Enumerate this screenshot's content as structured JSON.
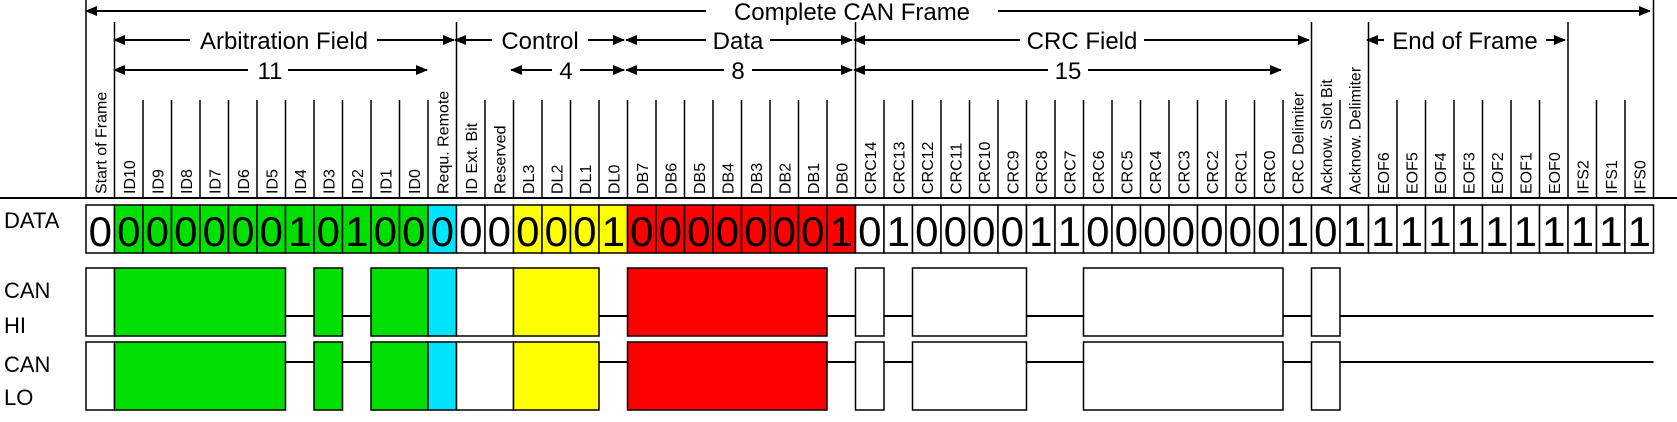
{
  "header": {
    "frame_label": "Complete CAN Frame",
    "sections": [
      {
        "label": "Arbitration Field",
        "count": "11"
      },
      {
        "label": "Control",
        "count": "4"
      },
      {
        "label": "Data",
        "count": "8"
      },
      {
        "label": "CRC Field",
        "count": "15"
      },
      {
        "label": "End of Frame",
        "count": ""
      }
    ]
  },
  "row_labels": {
    "data": "DATA",
    "can_hi_1": "CAN",
    "can_hi_2": "HI",
    "can_lo_1": "CAN",
    "can_lo_2": "LO"
  },
  "colors": {
    "green": "#00e000",
    "cyan": "#00e5ff",
    "yellow": "#ffff00",
    "red": "#ff0000",
    "white": "#ffffff"
  },
  "bits": [
    {
      "name": "Start of Frame",
      "value": "0",
      "color": "white"
    },
    {
      "name": "ID10",
      "value": "0",
      "color": "green"
    },
    {
      "name": "ID9",
      "value": "0",
      "color": "green"
    },
    {
      "name": "ID8",
      "value": "0",
      "color": "green"
    },
    {
      "name": "ID7",
      "value": "0",
      "color": "green"
    },
    {
      "name": "ID6",
      "value": "0",
      "color": "green"
    },
    {
      "name": "ID5",
      "value": "0",
      "color": "green"
    },
    {
      "name": "ID4",
      "value": "1",
      "color": "green"
    },
    {
      "name": "ID3",
      "value": "0",
      "color": "green"
    },
    {
      "name": "ID2",
      "value": "1",
      "color": "green"
    },
    {
      "name": "ID1",
      "value": "0",
      "color": "green"
    },
    {
      "name": "ID0",
      "value": "0",
      "color": "green"
    },
    {
      "name": "Requ. Remote",
      "value": "0",
      "color": "cyan"
    },
    {
      "name": "ID Ext. Bit",
      "value": "0",
      "color": "white"
    },
    {
      "name": "Reserved",
      "value": "0",
      "color": "white"
    },
    {
      "name": "DL3",
      "value": "0",
      "color": "yellow"
    },
    {
      "name": "DL2",
      "value": "0",
      "color": "yellow"
    },
    {
      "name": "DL1",
      "value": "0",
      "color": "yellow"
    },
    {
      "name": "DL0",
      "value": "1",
      "color": "yellow"
    },
    {
      "name": "DB7",
      "value": "0",
      "color": "red"
    },
    {
      "name": "DB6",
      "value": "0",
      "color": "red"
    },
    {
      "name": "DB5",
      "value": "0",
      "color": "red"
    },
    {
      "name": "DB4",
      "value": "0",
      "color": "red"
    },
    {
      "name": "DB3",
      "value": "0",
      "color": "red"
    },
    {
      "name": "DB2",
      "value": "0",
      "color": "red"
    },
    {
      "name": "DB1",
      "value": "0",
      "color": "red"
    },
    {
      "name": "DB0",
      "value": "1",
      "color": "red"
    },
    {
      "name": "CRC14",
      "value": "0",
      "color": "white"
    },
    {
      "name": "CRC13",
      "value": "1",
      "color": "white"
    },
    {
      "name": "CRC12",
      "value": "0",
      "color": "white"
    },
    {
      "name": "CRC11",
      "value": "0",
      "color": "white"
    },
    {
      "name": "CRC10",
      "value": "0",
      "color": "white"
    },
    {
      "name": "CRC9",
      "value": "0",
      "color": "white"
    },
    {
      "name": "CRC8",
      "value": "1",
      "color": "white"
    },
    {
      "name": "CRC7",
      "value": "1",
      "color": "white"
    },
    {
      "name": "CRC6",
      "value": "0",
      "color": "white"
    },
    {
      "name": "CRC5",
      "value": "0",
      "color": "white"
    },
    {
      "name": "CRC4",
      "value": "0",
      "color": "white"
    },
    {
      "name": "CRC3",
      "value": "0",
      "color": "white"
    },
    {
      "name": "CRC2",
      "value": "0",
      "color": "white"
    },
    {
      "name": "CRC1",
      "value": "0",
      "color": "white"
    },
    {
      "name": "CRC0",
      "value": "0",
      "color": "white"
    },
    {
      "name": "CRC Delimiter",
      "value": "1",
      "color": "white"
    },
    {
      "name": "Acknow. Slot Bit",
      "value": "0",
      "color": "white"
    },
    {
      "name": "Acknow. Delimiter",
      "value": "1",
      "color": "white"
    },
    {
      "name": "EOF6",
      "value": "1",
      "color": "white"
    },
    {
      "name": "EOF5",
      "value": "1",
      "color": "white"
    },
    {
      "name": "EOF4",
      "value": "1",
      "color": "white"
    },
    {
      "name": "EOF3",
      "value": "1",
      "color": "white"
    },
    {
      "name": "EOF2",
      "value": "1",
      "color": "white"
    },
    {
      "name": "EOF1",
      "value": "1",
      "color": "white"
    },
    {
      "name": "EOF0",
      "value": "1",
      "color": "white"
    },
    {
      "name": "IFS2",
      "value": "1",
      "color": "white"
    },
    {
      "name": "IFS1",
      "value": "1",
      "color": "white"
    },
    {
      "name": "IFS0",
      "value": "1",
      "color": "white"
    }
  ]
}
